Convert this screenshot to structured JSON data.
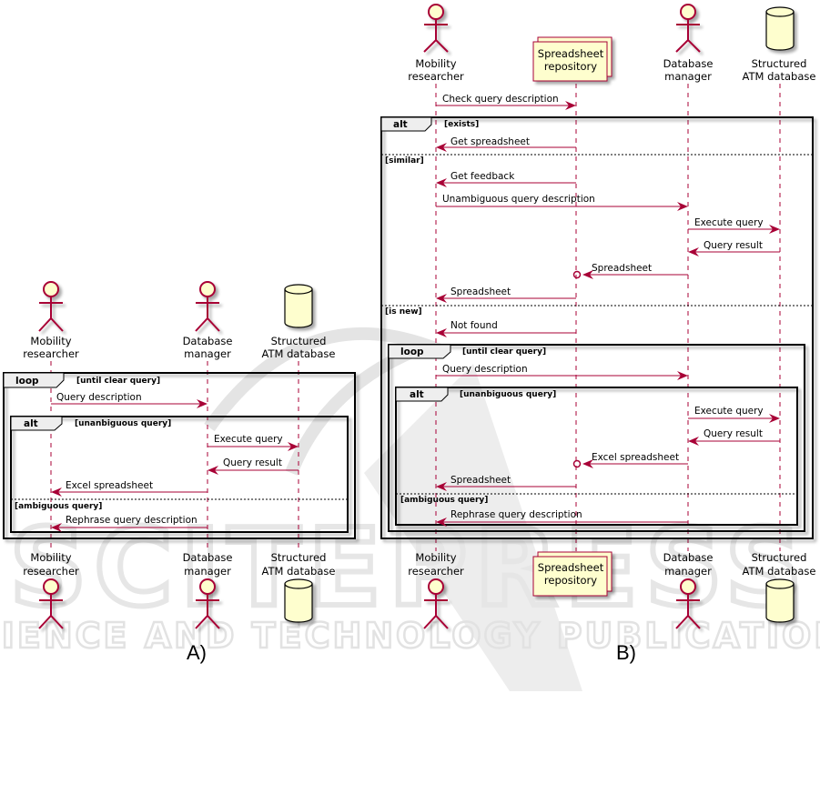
{
  "colors": {
    "arrow": "#A80036",
    "lifeline": "#A80036",
    "participant_fill": "#FEFECE",
    "frame_border": "#000000",
    "frame_tab": "#EEEEEE",
    "watermark": "#E2E2E2"
  },
  "watermark": {
    "line1": "SCITEPRESS",
    "line2": "SCIENCE AND TECHNOLOGY PUBLICATIONS"
  },
  "diagram_a": {
    "caption": "A)",
    "participants": [
      {
        "id": "mr",
        "type": "actor",
        "label": [
          "Mobility",
          "researcher"
        ]
      },
      {
        "id": "dm",
        "type": "actor",
        "label": [
          "Database",
          "manager"
        ]
      },
      {
        "id": "db",
        "type": "database",
        "label": [
          "Structured",
          "ATM database"
        ]
      }
    ],
    "loop": {
      "keyword": "loop",
      "guard": "[until clear query]"
    },
    "alt": {
      "keyword": "alt",
      "guard": "[unanbiguous query]",
      "else_guard": "[ambiguous query]"
    },
    "messages": [
      {
        "from": "mr",
        "to": "dm",
        "text": "Query description"
      },
      {
        "from": "dm",
        "to": "db",
        "text": "Execute query"
      },
      {
        "from": "db",
        "to": "dm",
        "text": "Query result"
      },
      {
        "from": "dm",
        "to": "mr",
        "text": "Excel spreadsheet"
      },
      {
        "from": "dm",
        "to": "mr",
        "text": "Rephrase query description"
      }
    ]
  },
  "diagram_b": {
    "caption": "B)",
    "participants": [
      {
        "id": "mr",
        "type": "actor",
        "label": [
          "Mobility",
          "researcher"
        ]
      },
      {
        "id": "sr",
        "type": "collections",
        "label": [
          "Spreadsheet",
          "repository"
        ]
      },
      {
        "id": "dm",
        "type": "actor",
        "label": [
          "Database",
          "manager"
        ]
      },
      {
        "id": "db",
        "type": "database",
        "label": [
          "Structured",
          "ATM database"
        ]
      }
    ],
    "outer_alt": {
      "keyword": "alt",
      "guard": "[exists]",
      "else1": "[similar]",
      "else2": "[is new]"
    },
    "loop": {
      "keyword": "loop",
      "guard": "[until clear query]"
    },
    "inner_alt": {
      "keyword": "alt",
      "guard": "[unanbiguous query]",
      "else_guard": "[ambiguous query]"
    },
    "messages": [
      {
        "from": "mr",
        "to": "sr",
        "text": "Check query description"
      },
      {
        "from": "sr",
        "to": "mr",
        "text": "Get spreadsheet"
      },
      {
        "from": "sr",
        "to": "mr",
        "text": "Get feedback"
      },
      {
        "from": "mr",
        "to": "dm",
        "text": "Unambiguous query description"
      },
      {
        "from": "dm",
        "to": "db",
        "text": "Execute query"
      },
      {
        "from": "db",
        "to": "dm",
        "text": "Query result"
      },
      {
        "from": "dm",
        "to": "sr",
        "text": "Spreadsheet",
        "lost_circle": true
      },
      {
        "from": "sr",
        "to": "mr",
        "text": "Spreadsheet"
      },
      {
        "from": "sr",
        "to": "mr",
        "text": "Not found"
      },
      {
        "from": "mr",
        "to": "dm",
        "text": "Query description"
      },
      {
        "from": "dm",
        "to": "db",
        "text": "Execute query"
      },
      {
        "from": "db",
        "to": "dm",
        "text": "Query result"
      },
      {
        "from": "dm",
        "to": "sr",
        "text": "Excel spreadsheet",
        "lost_circle": true
      },
      {
        "from": "sr",
        "to": "mr",
        "text": "Spreadsheet"
      },
      {
        "from": "dm",
        "to": "mr",
        "text": "Rephrase query description"
      }
    ]
  }
}
